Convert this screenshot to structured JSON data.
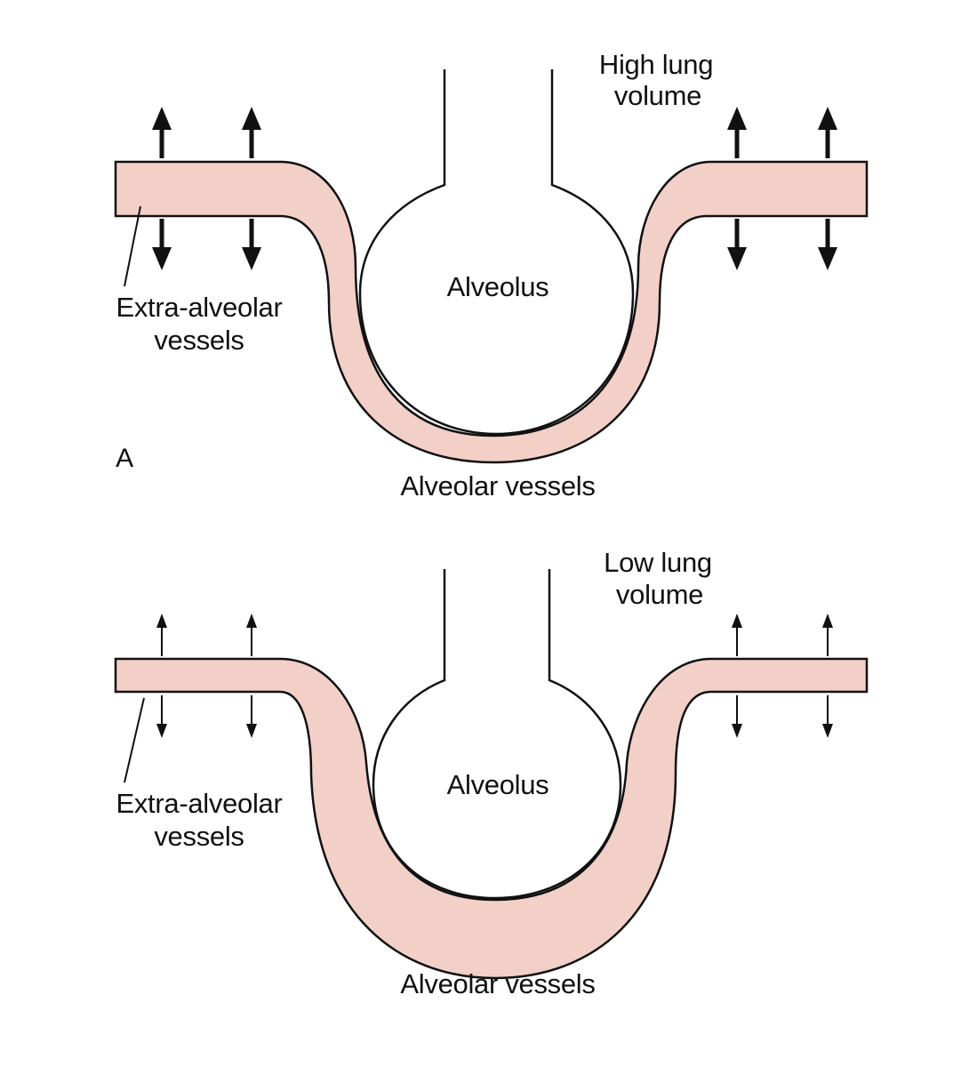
{
  "colors": {
    "vessel_fill": "#f2d0c8",
    "stroke": "#111111",
    "background": "#ffffff"
  },
  "panels": [
    {
      "id": "high",
      "condition_line1": "High lung",
      "condition_line2": "volume",
      "alveolus_label": "Alveolus",
      "extra_line1": "Extra-alveolar",
      "extra_line2": "vessels",
      "alveolar_vessels_label": "Alveolar vessels",
      "panel_letter": "A"
    },
    {
      "id": "low",
      "condition_line1": "Low lung",
      "condition_line2": "volume",
      "alveolus_label": "Alveolus",
      "extra_line1": "Extra-alveolar",
      "extra_line2": "vessels",
      "alveolar_vessels_label": "Alveolar vessels",
      "panel_letter": ""
    }
  ]
}
